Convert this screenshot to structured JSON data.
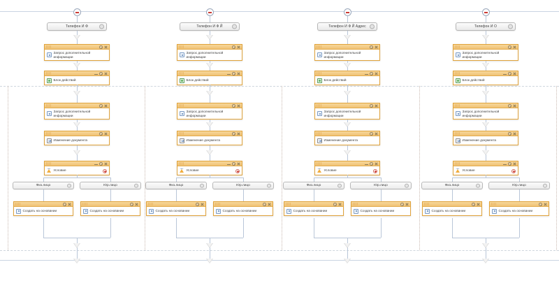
{
  "app": {
    "view": "workflow-designer-canvas"
  },
  "icons": {
    "collapse": "minus-circle-icon",
    "gear": "gear-icon",
    "close": "close-icon",
    "minimize": "minimize-icon",
    "add": "plus-icon",
    "arrow": "arrow-down-icon",
    "request": "request-info-icon",
    "action": "action-block-icon",
    "document": "document-edit-icon",
    "condition": "condition-warning-icon",
    "create": "create-based-on-icon"
  },
  "colors": {
    "node_border": "#e0a33c",
    "node_header_top": "#f7d79b",
    "node_header_bottom": "#f0c274",
    "connector": "#b9c6d8",
    "arrow": "#d9d9d9",
    "accent_red": "#cc3b33",
    "lane_divider": "#c9b9b0",
    "guide": "#cfd6de"
  },
  "labels": {
    "request_info": "Запрос дополнительной информации",
    "action_block": "Блок действий",
    "document_change": "Изменение документа",
    "condition": "Условие",
    "create_based_on": "Создать на основании",
    "branch_individual": "Физ.лицо",
    "branch_legal": "Юр.лицо"
  },
  "lanes": [
    {
      "id": "lane-1",
      "title": "Телефон И Ф",
      "nodes": [
        {
          "name": "request-info",
          "label": "Запрос дополнительной информации",
          "icon": "request-info-icon",
          "controls": [
            "gear",
            "close"
          ]
        },
        {
          "name": "action-block",
          "label": "Блок действий",
          "icon": "action-block-icon",
          "controls": [
            "minimize",
            "gear",
            "close"
          ]
        },
        {
          "name": "request-info-2",
          "label": "Запрос дополнительной информации",
          "icon": "request-info-icon",
          "controls": [
            "gear",
            "close"
          ]
        },
        {
          "name": "document-change",
          "label": "Изменение документа",
          "icon": "document-edit-icon",
          "controls": [
            "gear",
            "close"
          ]
        },
        {
          "name": "condition",
          "label": "Условие",
          "icon": "condition-warning-icon",
          "controls": [
            "minimize",
            "gear",
            "close"
          ],
          "has_add": true
        }
      ],
      "branches": [
        {
          "label": "Физ.лицо",
          "node": {
            "label": "Создать на основании",
            "icon": "create-based-on-icon",
            "controls": [
              "gear",
              "close"
            ]
          }
        },
        {
          "label": "Юр.лицо",
          "node": {
            "label": "Создать на основании",
            "icon": "create-based-on-icon",
            "controls": [
              "gear",
              "close"
            ]
          }
        }
      ]
    },
    {
      "id": "lane-2",
      "title": "Телефон И Ф Й",
      "nodes": [
        {
          "name": "request-info",
          "label": "Запрос дополнительной информации",
          "icon": "request-info-icon",
          "controls": [
            "gear",
            "close"
          ]
        },
        {
          "name": "action-block",
          "label": "Блок действий",
          "icon": "action-block-icon",
          "controls": [
            "minimize",
            "gear",
            "close"
          ]
        },
        {
          "name": "request-info-2",
          "label": "Запрос дополнительной информации",
          "icon": "request-info-icon",
          "controls": [
            "gear",
            "close"
          ]
        },
        {
          "name": "document-change",
          "label": "Изменение документа",
          "icon": "document-edit-icon",
          "controls": [
            "gear",
            "close"
          ]
        },
        {
          "name": "condition",
          "label": "Условие",
          "icon": "condition-warning-icon",
          "controls": [
            "minimize",
            "gear",
            "close"
          ],
          "has_add": true
        }
      ],
      "branches": [
        {
          "label": "Физ.лицо",
          "node": {
            "label": "Создать на основании",
            "icon": "create-based-on-icon",
            "controls": [
              "gear",
              "close"
            ]
          }
        },
        {
          "label": "Юр.лицо",
          "node": {
            "label": "Создать на основании",
            "icon": "create-based-on-icon",
            "controls": [
              "gear",
              "close"
            ]
          }
        }
      ]
    },
    {
      "id": "lane-3",
      "title": "Телефон И Ф Й Адрес",
      "nodes": [
        {
          "name": "request-info",
          "label": "Запрос дополнительной информации",
          "icon": "request-info-icon",
          "controls": [
            "gear",
            "close"
          ]
        },
        {
          "name": "action-block",
          "label": "Блок действий",
          "icon": "action-block-icon",
          "controls": [
            "minimize",
            "gear",
            "close"
          ]
        },
        {
          "name": "request-info-2",
          "label": "Запрос дополнительной информации",
          "icon": "request-info-icon",
          "controls": [
            "gear",
            "close"
          ]
        },
        {
          "name": "document-change",
          "label": "Изменение документа",
          "icon": "document-edit-icon",
          "controls": [
            "gear",
            "close"
          ]
        },
        {
          "name": "condition",
          "label": "Условие",
          "icon": "condition-warning-icon",
          "controls": [
            "minimize",
            "gear",
            "close"
          ],
          "has_add": true
        }
      ],
      "branches": [
        {
          "label": "Физ.лицо",
          "node": {
            "label": "Создать на основании",
            "icon": "create-based-on-icon",
            "controls": [
              "gear",
              "close"
            ]
          }
        },
        {
          "label": "Юр.лицо",
          "node": {
            "label": "Создать на основании",
            "icon": "create-based-on-icon",
            "controls": [
              "gear",
              "close"
            ]
          }
        }
      ]
    },
    {
      "id": "lane-4",
      "title": "Телефон И О",
      "nodes": [
        {
          "name": "request-info",
          "label": "Запрос дополнительной информации",
          "icon": "request-info-icon",
          "controls": [
            "gear",
            "close"
          ]
        },
        {
          "name": "action-block",
          "label": "Блок действий",
          "icon": "action-block-icon",
          "controls": [
            "minimize",
            "gear",
            "close"
          ]
        },
        {
          "name": "request-info-2",
          "label": "Запрос дополнительной информации",
          "icon": "request-info-icon",
          "controls": [
            "gear",
            "close"
          ]
        },
        {
          "name": "document-change",
          "label": "Изменение документа",
          "icon": "document-edit-icon",
          "controls": [
            "gear",
            "close"
          ]
        },
        {
          "name": "condition",
          "label": "Условие",
          "icon": "condition-warning-icon",
          "controls": [
            "minimize",
            "gear",
            "close"
          ],
          "has_add": true
        }
      ],
      "branches": [
        {
          "label": "Физ.лицо",
          "node": {
            "label": "Создать на основании",
            "icon": "create-based-on-icon",
            "controls": [
              "gear",
              "close"
            ]
          }
        },
        {
          "label": "Юр.лицо",
          "node": {
            "label": "Создать на основании",
            "icon": "create-based-on-icon",
            "controls": [
              "gear",
              "close"
            ]
          }
        }
      ]
    }
  ]
}
